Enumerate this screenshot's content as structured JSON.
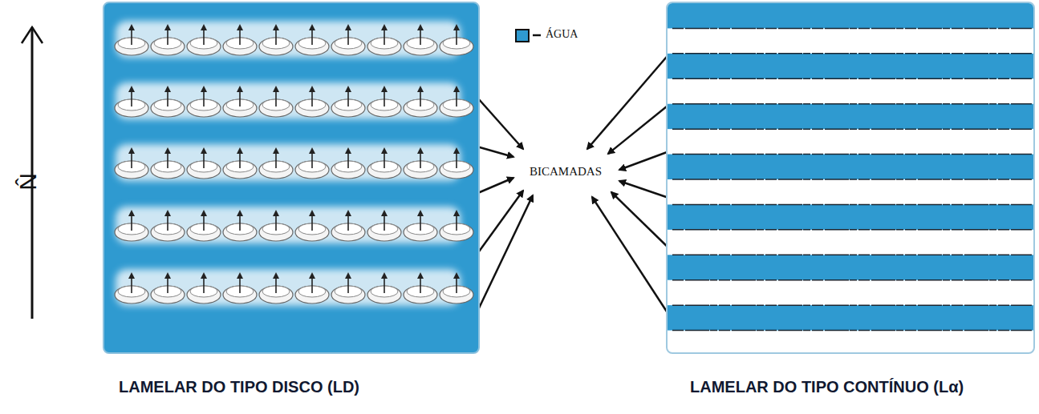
{
  "diagram": {
    "nodes": [
      {
        "text": [
          "LAMELAR DO TIPO DISCO (LD)"
        ]
      },
      {
        "text": [
          "LAMELAR DO TIPO CONTÍNUO (Lα)"
        ]
      }
    ],
    "labels": [
      "N̂",
      "BICAMADAS"
    ],
    "legend": [
      {
        "text": "ÁGUA",
        "color": "#2f9ad0"
      }
    ]
  }
}
